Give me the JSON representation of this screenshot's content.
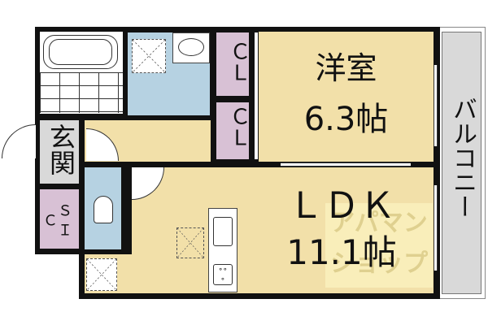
{
  "rooms": {
    "western_room": {
      "name": "洋室",
      "size": "6.3帖"
    },
    "ldk": {
      "name": "ＬＤＫ",
      "size": "11.1帖"
    },
    "closet_upper": {
      "name": "ＣＬ"
    },
    "closet_lower": {
      "name": "ＣＬ"
    },
    "entrance": {
      "name": "玄関"
    },
    "sic": {
      "name": "ＳＩＣ"
    },
    "balcony": {
      "name": "バルコニー"
    }
  },
  "watermark": "アパマンショップ",
  "colors": {
    "living": "#f2e0a9",
    "wet": "#b6d2e2",
    "storage": "#d8c1d5",
    "entrance": "#d9d9d9"
  }
}
